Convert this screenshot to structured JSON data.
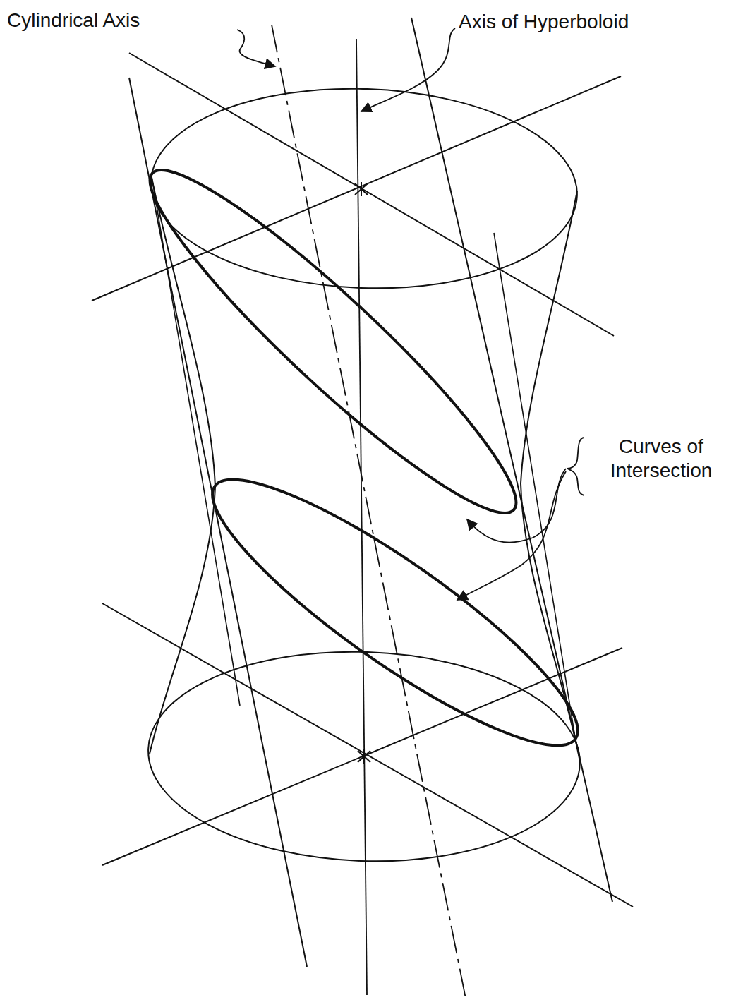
{
  "diagram": {
    "labels": [
      "Cylindrical Axis",
      "Axis of Hyperboloid",
      "Curves of Intersection"
    ]
  }
}
